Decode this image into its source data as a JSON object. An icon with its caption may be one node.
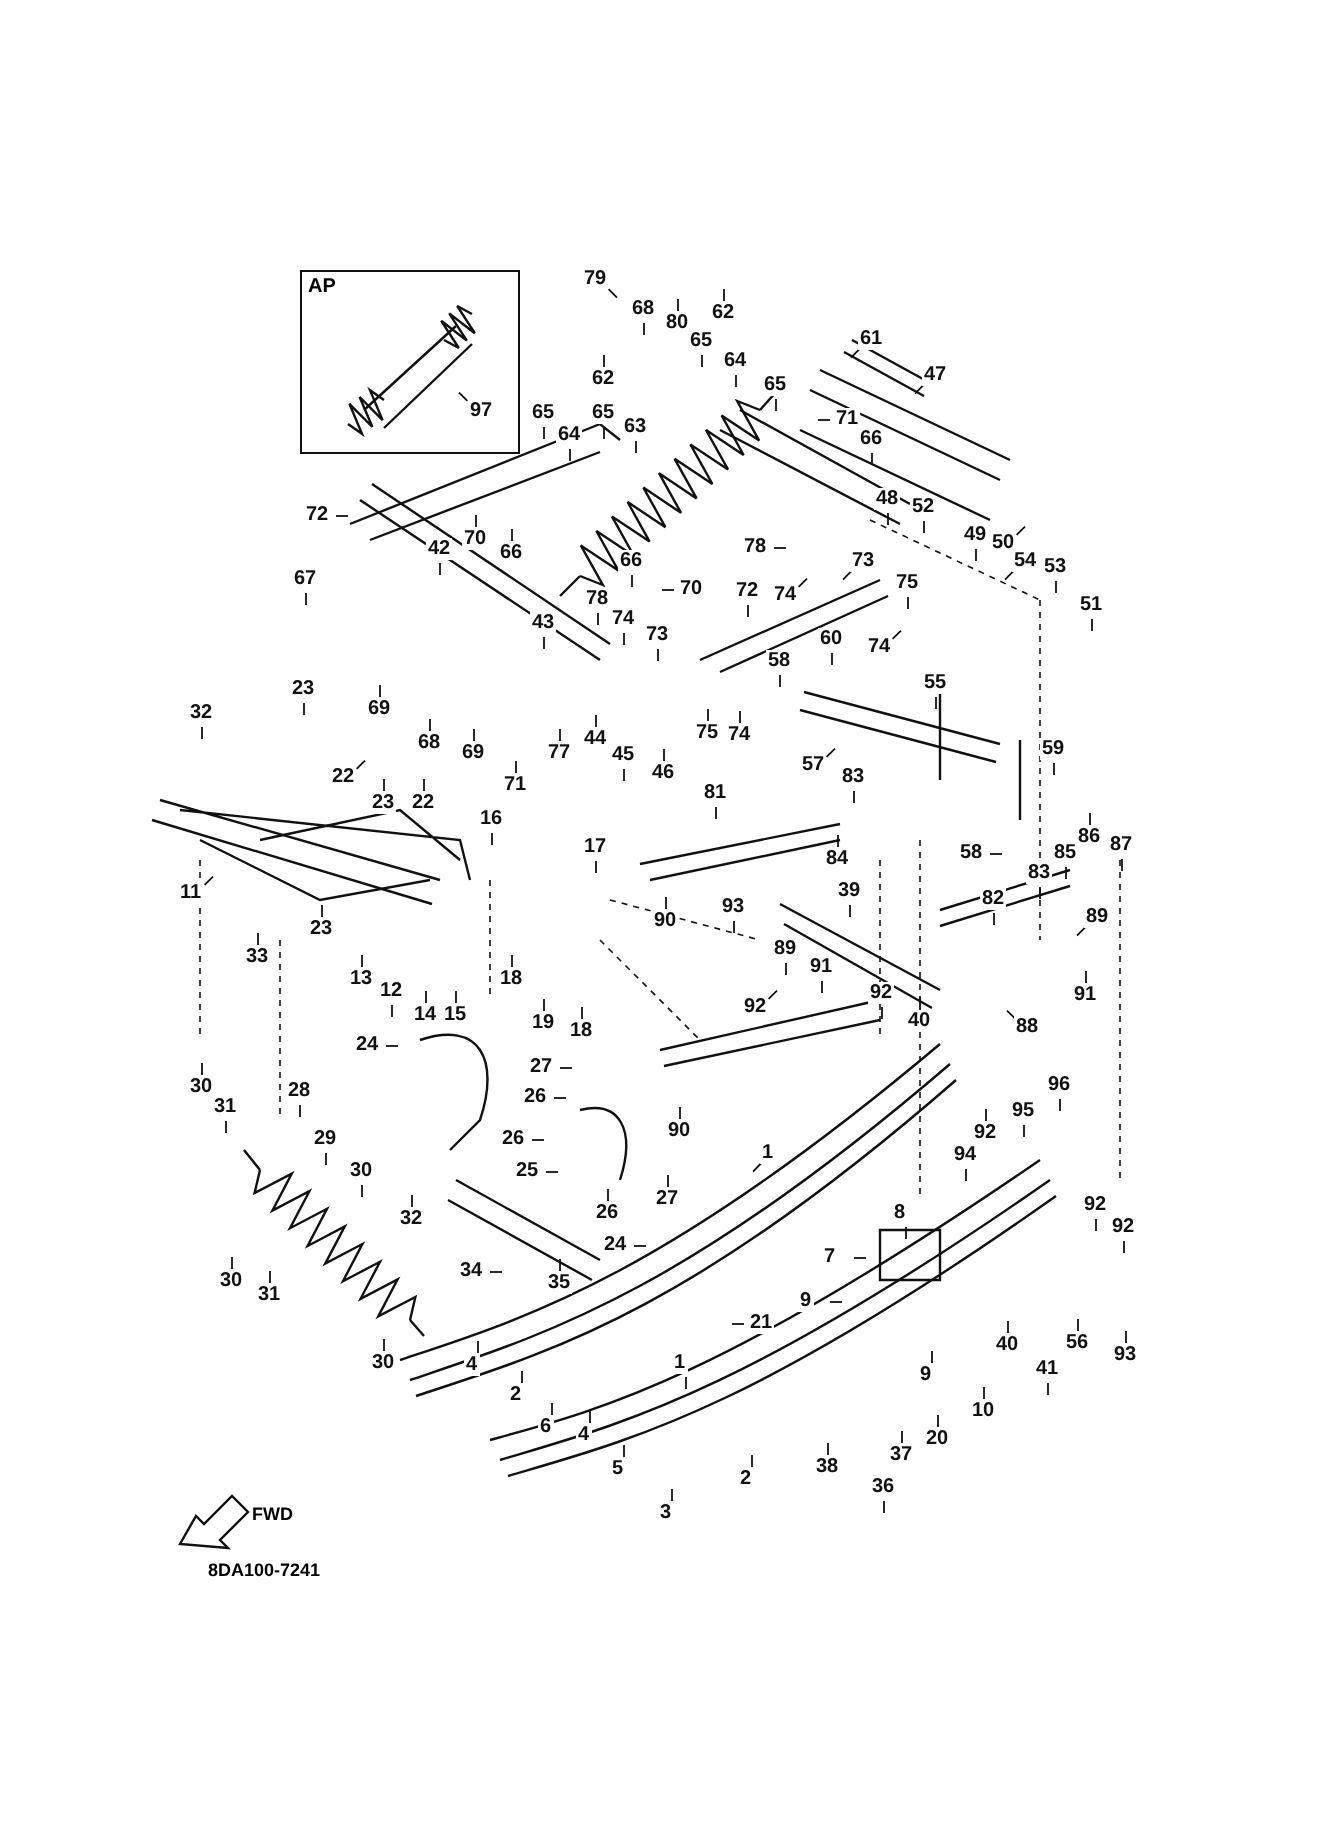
{
  "diagram": {
    "nodes": [
      {
        "text": [
          "AP"
        ]
      },
      {
        "text": [
          "97"
        ],
        "in": 0
      },
      {
        "text": [
          "79"
        ]
      },
      {
        "text": [
          "68"
        ]
      },
      {
        "text": [
          "80"
        ]
      },
      {
        "text": [
          "62"
        ]
      },
      {
        "text": [
          "65"
        ]
      },
      {
        "text": [
          "64"
        ]
      },
      {
        "text": [
          "61"
        ]
      },
      {
        "text": [
          "47"
        ]
      },
      {
        "text": [
          "62"
        ]
      },
      {
        "text": [
          "65"
        ]
      },
      {
        "text": [
          "64"
        ]
      },
      {
        "text": [
          "65"
        ]
      },
      {
        "text": [
          "63"
        ]
      },
      {
        "text": [
          "65"
        ]
      },
      {
        "text": [
          "71"
        ]
      },
      {
        "text": [
          "66"
        ]
      },
      {
        "text": [
          "72"
        ]
      },
      {
        "text": [
          "70"
        ]
      },
      {
        "text": [
          "66"
        ]
      },
      {
        "text": [
          "48"
        ]
      },
      {
        "text": [
          "52"
        ]
      },
      {
        "text": [
          "49"
        ]
      },
      {
        "text": [
          "50"
        ]
      },
      {
        "text": [
          "54"
        ]
      },
      {
        "text": [
          "53"
        ]
      },
      {
        "text": [
          "51"
        ]
      },
      {
        "text": [
          "42"
        ]
      },
      {
        "text": [
          "78"
        ]
      },
      {
        "text": [
          "73"
        ]
      },
      {
        "text": [
          "66"
        ]
      },
      {
        "text": [
          "70"
        ]
      },
      {
        "text": [
          "74"
        ]
      },
      {
        "text": [
          "72"
        ]
      },
      {
        "text": [
          "75"
        ]
      },
      {
        "text": [
          "67"
        ]
      },
      {
        "text": [
          "78"
        ]
      },
      {
        "text": [
          "74"
        ]
      },
      {
        "text": [
          "73"
        ]
      },
      {
        "text": [
          "74"
        ]
      },
      {
        "text": [
          "43"
        ]
      },
      {
        "text": [
          "60"
        ]
      },
      {
        "text": [
          "58"
        ]
      },
      {
        "text": [
          "55"
        ]
      },
      {
        "text": [
          "69"
        ]
      },
      {
        "text": [
          "68"
        ]
      },
      {
        "text": [
          "69"
        ]
      },
      {
        "text": [
          "77"
        ]
      },
      {
        "text": [
          "44"
        ]
      },
      {
        "text": [
          "45"
        ]
      },
      {
        "text": [
          "46"
        ]
      },
      {
        "text": [
          "75"
        ]
      },
      {
        "text": [
          "74"
        ]
      },
      {
        "text": [
          "57"
        ]
      },
      {
        "text": [
          "59"
        ]
      },
      {
        "text": [
          "32"
        ]
      },
      {
        "text": [
          "23"
        ]
      },
      {
        "text": [
          "22"
        ]
      },
      {
        "text": [
          "23"
        ]
      },
      {
        "text": [
          "22"
        ]
      },
      {
        "text": [
          "71"
        ]
      },
      {
        "text": [
          "11"
        ]
      },
      {
        "text": [
          "33"
        ]
      },
      {
        "text": [
          "23"
        ]
      },
      {
        "text": [
          "16"
        ]
      },
      {
        "text": [
          "81"
        ]
      },
      {
        "text": [
          "83"
        ]
      },
      {
        "text": [
          "84"
        ]
      },
      {
        "text": [
          "58"
        ]
      },
      {
        "text": [
          "86"
        ]
      },
      {
        "text": [
          "85"
        ]
      },
      {
        "text": [
          "87"
        ]
      },
      {
        "text": [
          "83"
        ]
      },
      {
        "text": [
          "17"
        ]
      },
      {
        "text": [
          "89"
        ]
      },
      {
        "text": [
          "82"
        ]
      },
      {
        "text": [
          "13"
        ]
      },
      {
        "text": [
          "12"
        ]
      },
      {
        "text": [
          "14"
        ]
      },
      {
        "text": [
          "15"
        ]
      },
      {
        "text": [
          "18"
        ]
      },
      {
        "text": [
          "19"
        ]
      },
      {
        "text": [
          "18"
        ]
      },
      {
        "text": [
          "90"
        ]
      },
      {
        "text": [
          "93"
        ]
      },
      {
        "text": [
          "39"
        ]
      },
      {
        "text": [
          "89"
        ]
      },
      {
        "text": [
          "91"
        ]
      },
      {
        "text": [
          "92"
        ]
      },
      {
        "text": [
          "92"
        ]
      },
      {
        "text": [
          "40"
        ]
      },
      {
        "text": [
          "88"
        ]
      },
      {
        "text": [
          "91"
        ]
      },
      {
        "text": [
          "24"
        ]
      },
      {
        "text": [
          "27"
        ]
      },
      {
        "text": [
          "26"
        ]
      },
      {
        "text": [
          "30"
        ]
      },
      {
        "text": [
          "31"
        ]
      },
      {
        "text": [
          "28"
        ]
      },
      {
        "text": [
          "29"
        ]
      },
      {
        "text": [
          "26"
        ]
      },
      {
        "text": [
          "25"
        ]
      },
      {
        "text": [
          "30"
        ]
      },
      {
        "text": [
          "27"
        ]
      },
      {
        "text": [
          "26"
        ]
      },
      {
        "text": [
          "32"
        ]
      },
      {
        "text": [
          "24"
        ]
      },
      {
        "text": [
          "30"
        ]
      },
      {
        "text": [
          "31"
        ]
      },
      {
        "text": [
          "35"
        ]
      },
      {
        "text": [
          "34"
        ]
      },
      {
        "text": [
          "30"
        ]
      },
      {
        "text": [
          "90"
        ]
      },
      {
        "text": [
          "1"
        ]
      },
      {
        "text": [
          "95"
        ]
      },
      {
        "text": [
          "96"
        ]
      },
      {
        "text": [
          "94"
        ]
      },
      {
        "text": [
          "92"
        ]
      },
      {
        "text": [
          "92"
        ]
      },
      {
        "text": [
          "92"
        ]
      },
      {
        "text": [
          "8"
        ]
      },
      {
        "text": [
          "7"
        ]
      },
      {
        "text": [
          "9"
        ]
      },
      {
        "text": [
          "21"
        ]
      },
      {
        "text": [
          "40"
        ]
      },
      {
        "text": [
          "56"
        ]
      },
      {
        "text": [
          "41"
        ]
      },
      {
        "text": [
          "93"
        ]
      },
      {
        "text": [
          "4"
        ]
      },
      {
        "text": [
          "2"
        ]
      },
      {
        "text": [
          "9"
        ]
      },
      {
        "text": [
          "10"
        ]
      },
      {
        "text": [
          "6"
        ]
      },
      {
        "text": [
          "4"
        ]
      },
      {
        "text": [
          "1"
        ]
      },
      {
        "text": [
          "20"
        ]
      },
      {
        "text": [
          "37"
        ]
      },
      {
        "text": [
          "5"
        ]
      },
      {
        "text": [
          "2"
        ]
      },
      {
        "text": [
          "38"
        ]
      },
      {
        "text": [
          "36"
        ]
      },
      {
        "text": [
          "3"
        ]
      }
    ],
    "edges": [
      {
        "from": 1,
        "to": null,
        "arrow": "none"
      },
      {
        "from": 2,
        "to": null,
        "arrow": "none"
      },
      {
        "from": 3,
        "to": null,
        "arrow": "none"
      },
      {
        "from": 4,
        "to": null,
        "arrow": "none"
      },
      {
        "from": 5,
        "to": null,
        "arrow": "none"
      },
      {
        "from": 6,
        "to": null,
        "arrow": "none"
      },
      {
        "from": 7,
        "to": null,
        "arrow": "none"
      },
      {
        "from": 8,
        "to": null,
        "arrow": "none"
      },
      {
        "from": 9,
        "to": null,
        "arrow": "none"
      },
      {
        "from": 10,
        "to": null,
        "arrow": "none"
      },
      {
        "from": 11,
        "to": null,
        "arrow": "none"
      },
      {
        "from": 12,
        "to": null,
        "arrow": "none"
      },
      {
        "from": 13,
        "to": null,
        "arrow": "none"
      },
      {
        "from": 14,
        "to": null,
        "arrow": "none"
      },
      {
        "from": 15,
        "to": null,
        "arrow": "none"
      },
      {
        "from": 16,
        "to": null,
        "arrow": "none"
      },
      {
        "from": 17,
        "to": null,
        "arrow": "none"
      },
      {
        "from": 18,
        "to": null,
        "arrow": "none"
      },
      {
        "from": 19,
        "to": null,
        "arrow": "none"
      },
      {
        "from": 20,
        "to": null,
        "arrow": "none"
      },
      {
        "from": 21,
        "to": null,
        "arrow": "none"
      },
      {
        "from": 22,
        "to": null,
        "arrow": "none"
      },
      {
        "from": 23,
        "to": null,
        "arrow": "none"
      },
      {
        "from": 24,
        "to": null,
        "arrow": "none"
      },
      {
        "from": 25,
        "to": null,
        "arrow": "none"
      },
      {
        "from": 26,
        "to": null,
        "arrow": "none"
      },
      {
        "from": 27,
        "to": null,
        "arrow": "none"
      },
      {
        "from": 28,
        "to": null,
        "arrow": "none"
      },
      {
        "from": 29,
        "to": null,
        "arrow": "none"
      },
      {
        "from": 30,
        "to": null,
        "arrow": "none"
      },
      {
        "from": 31,
        "to": null,
        "arrow": "none"
      },
      {
        "from": 32,
        "to": null,
        "arrow": "none"
      },
      {
        "from": 33,
        "to": null,
        "arrow": "none"
      },
      {
        "from": 34,
        "to": null,
        "arrow": "none"
      },
      {
        "from": 35,
        "to": null,
        "arrow": "none"
      },
      {
        "from": 36,
        "to": null,
        "arrow": "none"
      },
      {
        "from": 37,
        "to": null,
        "arrow": "none"
      },
      {
        "from": 38,
        "to": null,
        "arrow": "none"
      },
      {
        "from": 39,
        "to": null,
        "arrow": "none"
      },
      {
        "from": 40,
        "to": null,
        "arrow": "none"
      },
      {
        "from": 41,
        "to": null,
        "arrow": "none"
      },
      {
        "from": 42,
        "to": null,
        "arrow": "none"
      },
      {
        "from": 43,
        "to": null,
        "arrow": "none"
      },
      {
        "from": 44,
        "to": null,
        "arrow": "none"
      },
      {
        "from": 45,
        "to": null,
        "arrow": "none"
      },
      {
        "from": 46,
        "to": null,
        "arrow": "none"
      },
      {
        "from": 47,
        "to": null,
        "arrow": "none"
      },
      {
        "from": 48,
        "to": null,
        "arrow": "none"
      },
      {
        "from": 49,
        "to": null,
        "arrow": "none"
      },
      {
        "from": 50,
        "to": null,
        "arrow": "none"
      },
      {
        "from": 51,
        "to": null,
        "arrow": "none"
      },
      {
        "from": 52,
        "to": null,
        "arrow": "none"
      },
      {
        "from": 53,
        "to": null,
        "arrow": "none"
      },
      {
        "from": 54,
        "to": null,
        "arrow": "none"
      },
      {
        "from": 55,
        "to": null,
        "arrow": "none"
      },
      {
        "from": 56,
        "to": null,
        "arrow": "none"
      },
      {
        "from": 57,
        "to": null,
        "arrow": "none"
      },
      {
        "from": 58,
        "to": null,
        "arrow": "none"
      },
      {
        "from": 59,
        "to": null,
        "arrow": "none"
      },
      {
        "from": 60,
        "to": null,
        "arrow": "none"
      },
      {
        "from": 61,
        "to": null,
        "arrow": "none"
      },
      {
        "from": 62,
        "to": null,
        "arrow": "none"
      },
      {
        "from": 63,
        "to": null,
        "arrow": "none"
      },
      {
        "from": 64,
        "to": null,
        "arrow": "none"
      },
      {
        "from": 65,
        "to": null,
        "arrow": "none"
      },
      {
        "from": 66,
        "to": null,
        "arrow": "none"
      },
      {
        "from": 67,
        "to": null,
        "arrow": "none"
      },
      {
        "from": 68,
        "to": null,
        "arrow": "none"
      },
      {
        "from": 69,
        "to": null,
        "arrow": "none"
      },
      {
        "from": 70,
        "to": null,
        "arrow": "none"
      },
      {
        "from": 71,
        "to": null,
        "arrow": "none"
      },
      {
        "from": 72,
        "to": null,
        "arrow": "none"
      },
      {
        "from": 73,
        "to": null,
        "arrow": "none"
      },
      {
        "from": 74,
        "to": null,
        "arrow": "none"
      },
      {
        "from": 75,
        "to": null,
        "arrow": "none"
      },
      {
        "from": 76,
        "to": null,
        "arrow": "none"
      },
      {
        "from": 77,
        "to": null,
        "arrow": "none"
      },
      {
        "from": 78,
        "to": null,
        "arrow": "none"
      },
      {
        "from": 79,
        "to": null,
        "arrow": "none"
      },
      {
        "from": 80,
        "to": null,
        "arrow": "none"
      },
      {
        "from": 81,
        "to": null,
        "arrow": "none"
      },
      {
        "from": 82,
        "to": null,
        "arrow": "none"
      },
      {
        "from": 83,
        "to": null,
        "arrow": "none"
      },
      {
        "from": 84,
        "to": null,
        "arrow": "none"
      },
      {
        "from": 85,
        "to": null,
        "arrow": "none"
      },
      {
        "from": 86,
        "to": null,
        "arrow": "none"
      },
      {
        "from": 87,
        "to": null,
        "arrow": "none"
      },
      {
        "from": 88,
        "to": null,
        "arrow": "none"
      },
      {
        "from": 89,
        "to": null,
        "arrow": "none"
      },
      {
        "from": 90,
        "to": null,
        "arrow": "none"
      },
      {
        "from": 91,
        "to": null,
        "arrow": "none"
      },
      {
        "from": 92,
        "to": null,
        "arrow": "none"
      },
      {
        "from": 93,
        "to": null,
        "arrow": "none"
      },
      {
        "from": 94,
        "to": null,
        "arrow": "none"
      },
      {
        "from": 95,
        "to": null,
        "arrow": "none"
      },
      {
        "from": 96,
        "to": null,
        "arrow": "none"
      },
      {
        "from": 97,
        "to": null,
        "arrow": "none"
      },
      {
        "from": 98,
        "to": null,
        "arrow": "none"
      },
      {
        "from": 99,
        "to": null,
        "arrow": "none"
      },
      {
        "from": 100,
        "to": null,
        "arrow": "none"
      },
      {
        "from": 101,
        "to": null,
        "arrow": "none"
      },
      {
        "from": 102,
        "to": null,
        "arrow": "none"
      },
      {
        "from": 103,
        "to": null,
        "arrow": "none"
      },
      {
        "from": 104,
        "to": null,
        "arrow": "none"
      },
      {
        "from": 105,
        "to": null,
        "arrow": "none"
      },
      {
        "from": 106,
        "to": null,
        "arrow": "none"
      },
      {
        "from": 107,
        "to": null,
        "arrow": "none"
      },
      {
        "from": 108,
        "to": null,
        "arrow": "none"
      },
      {
        "from": 109,
        "to": null,
        "arrow": "none"
      },
      {
        "from": 110,
        "to": null,
        "arrow": "none"
      },
      {
        "from": 111,
        "to": null,
        "arrow": "none"
      },
      {
        "from": 112,
        "to": null,
        "arrow": "none"
      },
      {
        "from": 113,
        "to": null,
        "arrow": "none"
      },
      {
        "from": 114,
        "to": null,
        "arrow": "none"
      },
      {
        "from": 115,
        "to": null,
        "arrow": "none"
      },
      {
        "from": 116,
        "to": null,
        "arrow": "none"
      },
      {
        "from": 117,
        "to": null,
        "arrow": "none"
      },
      {
        "from": 118,
        "to": null,
        "arrow": "none"
      },
      {
        "from": 119,
        "to": null,
        "arrow": "none"
      },
      {
        "from": 120,
        "to": null,
        "arrow": "none"
      },
      {
        "from": 121,
        "to": null,
        "arrow": "none"
      },
      {
        "from": 122,
        "to": null,
        "arrow": "none"
      },
      {
        "from": 123,
        "to": null,
        "arrow": "none"
      },
      {
        "from": 124,
        "to": null,
        "arrow": "none"
      },
      {
        "from": 125,
        "to": null,
        "arrow": "none"
      },
      {
        "from": 126,
        "to": null,
        "arrow": "none"
      },
      {
        "from": 127,
        "to": null,
        "arrow": "none"
      },
      {
        "from": 128,
        "to": null,
        "arrow": "none"
      },
      {
        "from": 129,
        "to": null,
        "arrow": "none"
      },
      {
        "from": 130,
        "to": null,
        "arrow": "none"
      },
      {
        "from": 131,
        "to": null,
        "arrow": "none"
      },
      {
        "from": 132,
        "to": null,
        "arrow": "none"
      },
      {
        "from": 133,
        "to": null,
        "arrow": "none"
      },
      {
        "from": 134,
        "to": null,
        "arrow": "none"
      },
      {
        "from": 135,
        "to": null,
        "arrow": "none"
      },
      {
        "from": 136,
        "to": null,
        "arrow": "none"
      },
      {
        "from": 137,
        "to": null,
        "arrow": "none"
      },
      {
        "from": 138,
        "to": null,
        "arrow": "none"
      },
      {
        "from": 139,
        "to": null,
        "arrow": "none"
      },
      {
        "from": 140,
        "to": null,
        "arrow": "none"
      },
      {
        "from": 141,
        "to": null,
        "arrow": "none"
      },
      {
        "from": 142,
        "to": null,
        "arrow": "none"
      }
    ],
    "labels": [
      "FWD",
      "8DA100-7241"
    ]
  }
}
